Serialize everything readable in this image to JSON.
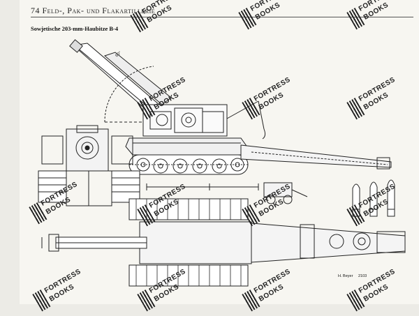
{
  "header": {
    "page_number": "74",
    "section_title": "Feld-, Pak- und Flakartillerie"
  },
  "figure": {
    "caption": "Sowjetische 203-mm-Haubitze B-4",
    "angle_label": "60°",
    "credit_author": "H. Beyer",
    "credit_number": "2103"
  },
  "watermark": {
    "line1": "FORTRESS",
    "line2": "BOOKS"
  },
  "colors": {
    "ink": "#222222",
    "paper": "#f7f6f1"
  }
}
